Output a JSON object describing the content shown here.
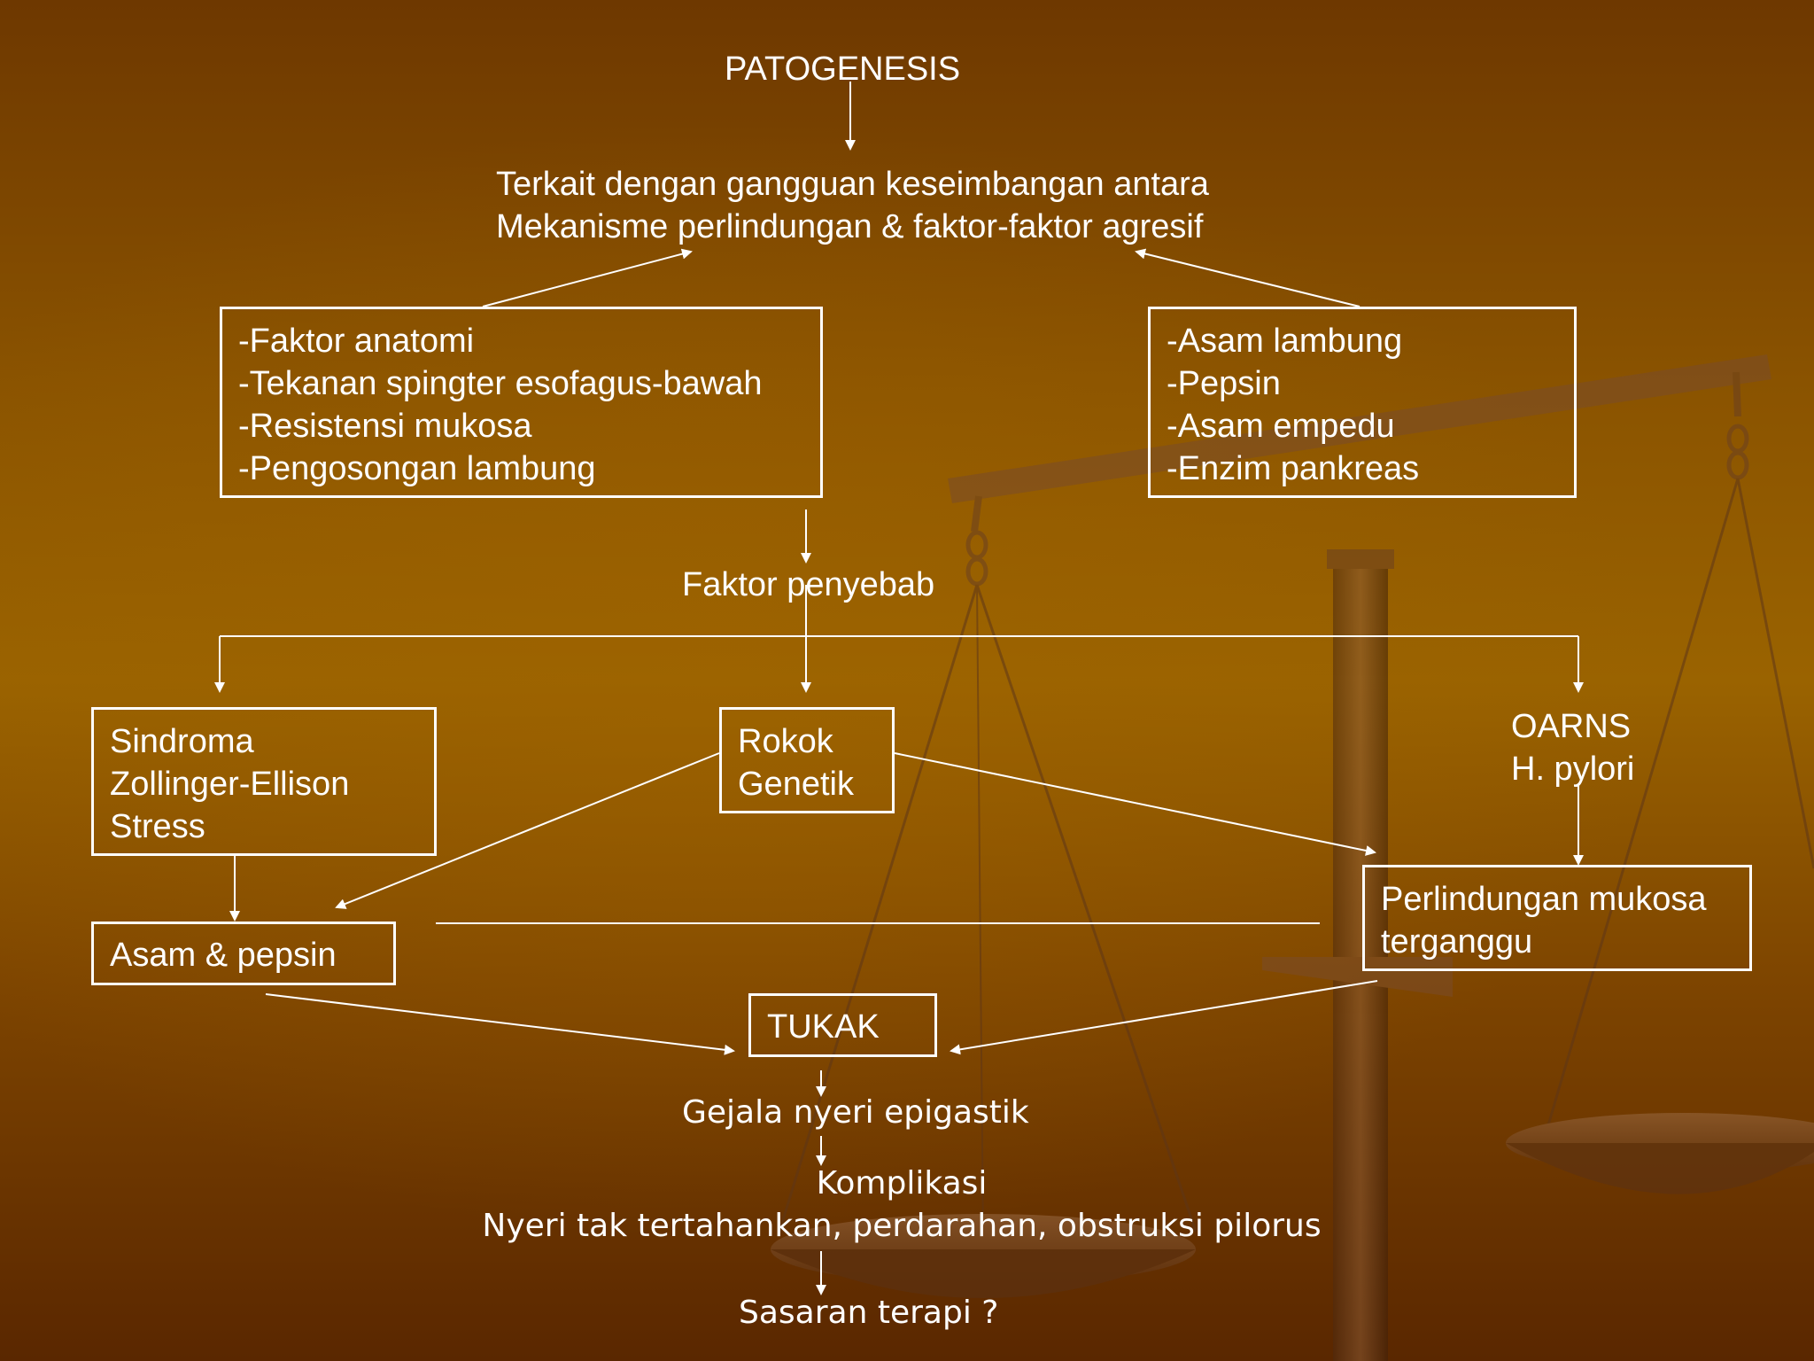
{
  "title": "PATOGENESIS",
  "central": {
    "line1": "Terkait dengan gangguan keseimbangan antara",
    "line2": "Mekanisme perlindungan & faktor-faktor agresif"
  },
  "protective_box": {
    "items": [
      "-Faktor anatomi",
      "-Tekanan spingter esofagus-bawah",
      "-Resistensi mukosa",
      "-Pengosongan lambung"
    ]
  },
  "aggressive_box": {
    "items": [
      "-Asam lambung",
      "-Pepsin",
      "-Asam empedu",
      "-Enzim pankreas"
    ]
  },
  "faktor_penyebab": "Faktor penyebab",
  "sindroma_box": {
    "items": [
      "Sindroma",
      "Zollinger-Ellison",
      "Stress"
    ]
  },
  "rokok_box": {
    "items": [
      "Rokok",
      "Genetik"
    ]
  },
  "oarns": {
    "items": [
      "OARNS",
      "H. pylori"
    ]
  },
  "asam_box": "Asam & pepsin",
  "perlindungan_box": {
    "items": [
      "Perlindungan mukosa",
      "terganggu"
    ]
  },
  "tukak_box": "TUKAK",
  "gejala": "Gejala nyeri epigastik",
  "komplikasi": {
    "line1": "Komplikasi",
    "line2": "Nyeri tak tertahankan, perdarahan, obstruksi pilorus"
  },
  "sasaran": "Sasaran terapi ?"
}
